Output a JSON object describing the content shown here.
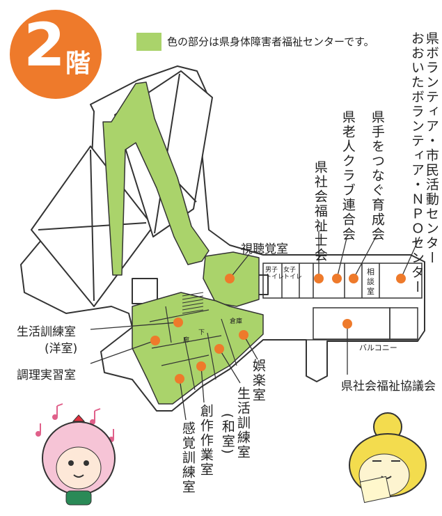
{
  "badge": {
    "floor_number": "2",
    "floor_char": "階"
  },
  "legend": {
    "color": "#aad36b",
    "text": "色の部分は県身体障害者福祉センターです。"
  },
  "colors": {
    "highlight": "#aad36b",
    "marker": "#ee7a2b",
    "badge": "#ee7a2b",
    "line": "#333333"
  },
  "labels": {
    "kawaguchi": "県ボランティア・市民活動センター",
    "oita_npo": "おおいたボランティア・ＮＰＯセンター",
    "hand_in_hand": "県手をつなぐ育成会",
    "elder_club": "県老人クラブ連合会",
    "social_worker": "県社会福祉士会",
    "av_room": "視聴覚室",
    "life_western": "生活訓練室",
    "life_western_sub": "(洋室)",
    "cooking": "調理実習室",
    "recreation": "娯楽室",
    "life_japanese": "生活訓練室",
    "life_japanese_sub": "(和室)",
    "creative": "創作作業室",
    "sensory": "感覚訓練室",
    "council": "県社会福祉協議会"
  },
  "map_text": {
    "men_toilet_1": "男子",
    "men_toilet_2": "トイレ",
    "women_toilet_1": "女子",
    "women_toilet_2": "トイレ",
    "consult_1": "相",
    "consult_2": "談",
    "consult_3": "室",
    "balcony": "バルコニー",
    "corridor_1": "廊",
    "corridor_2": "下",
    "storage": "倉庫"
  },
  "icons": [
    "music-note-icon",
    "strawberry-girl-mascot",
    "chestnut-boy-mascot",
    "stairs-icon",
    "room-marker-dot"
  ]
}
